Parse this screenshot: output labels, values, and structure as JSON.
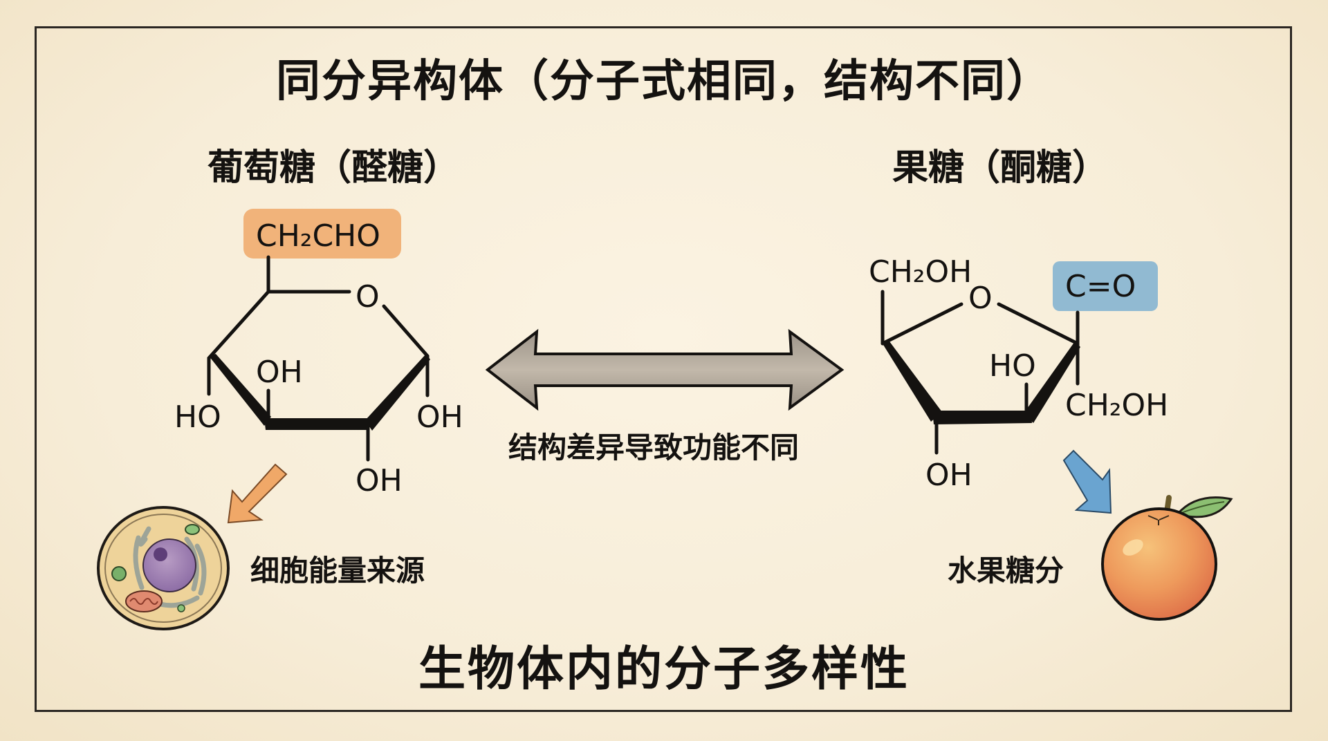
{
  "title": "同分异构体（分子式相同，结构不同）",
  "glucose": {
    "label": "葡萄糖（醛糖）",
    "highlight_group": "CH₂CHO",
    "ring_oxygen": "O",
    "substituents": [
      "OH",
      "HO",
      "OH",
      "OH"
    ],
    "highlight_color": "#f0a868",
    "arrow_color": "#f0a868",
    "caption": "细胞能量来源"
  },
  "fructose": {
    "label": "果糖（酮糖）",
    "top_group": "CH₂OH",
    "ring_oxygen": "O",
    "highlight_group": "C=O",
    "substituents": [
      "HO",
      "CH₂OH",
      "OH"
    ],
    "highlight_color": "#7fb0d0",
    "arrow_color": "#6aa4d0",
    "caption": "水果糖分"
  },
  "center_caption": "结构差异导致功能不同",
  "bottom_title": "生物体内的分子多样性",
  "colors": {
    "background": "#f7edd8",
    "frame": "#2a2622",
    "arrow_fill": "#b0a699",
    "text": "#141210"
  }
}
